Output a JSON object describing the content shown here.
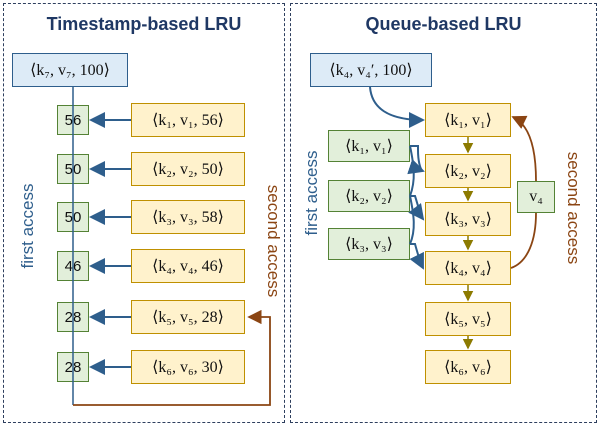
{
  "left": {
    "title": "Timestamp-based LRU",
    "top_entry": "⟨k₇, v₇, 100⟩",
    "timestamps": [
      "56",
      "50",
      "50",
      "46",
      "28",
      "28"
    ],
    "entries": [
      "⟨k₁, v₁, 56⟩",
      "⟨k₂, v₂, 50⟩",
      "⟨k₃, v₃, 58⟩",
      "⟨k₄, v₄, 46⟩",
      "⟨k₅, v₅, 28⟩",
      "⟨k₆, v₆, 30⟩"
    ],
    "first_access_label": "first access",
    "second_access_label": "second access"
  },
  "right": {
    "title": "Queue-based LRU",
    "top_entry": "⟨k₄, v₄′, 100⟩",
    "queue": [
      "⟨k₁, v₁⟩",
      "⟨k₂, v₂⟩",
      "⟨k₃, v₃⟩",
      "⟨k₄, v₄⟩",
      "⟨k₅, v₅⟩",
      "⟨k₆, v₆⟩"
    ],
    "first_access_items": [
      "⟨k₁, v₁⟩",
      "⟨k₂, v₂⟩",
      "⟨k₃, v₃⟩"
    ],
    "v4_box": "v₄",
    "first_access_label": "first access",
    "second_access_label": "second access"
  },
  "colors": {
    "blue_arrow": "#2e5e8c",
    "brown_arrow": "#8b4513",
    "olive_arrow": "#8c7a00",
    "yellow_fill": "#fff2cc",
    "green_fill": "#e2efda",
    "blue_fill": "#ddebf7"
  }
}
